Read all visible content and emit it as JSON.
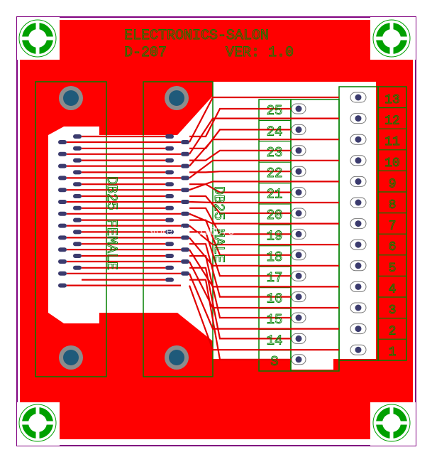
{
  "board": {
    "title_line1": "ELECTRONICS-SALON",
    "title_line2_left": "D-207",
    "title_line2_right": "VER: 1.0",
    "female_label": "DB25 FEMALE",
    "male_label": "DB25 MALE",
    "watermark": "Store No: 316078",
    "colors": {
      "copper": "#ff0000",
      "silk": "#008000",
      "trace": "#e00000",
      "pad": "#3b3b6e",
      "mount_ring": "#8c8c8c",
      "mount_hole": "#1f5a7a",
      "outline": "#800080",
      "corner_green": "#00a000"
    }
  },
  "terminal_labels_left": [
    "25",
    "24",
    "23",
    "22",
    "21",
    "20",
    "19",
    "18",
    "17",
    "16",
    "15",
    "14",
    "S"
  ],
  "terminal_labels_right": [
    "13",
    "12",
    "11",
    "10",
    "9",
    "8",
    "7",
    "6",
    "5",
    "4",
    "3",
    "2",
    "1"
  ]
}
